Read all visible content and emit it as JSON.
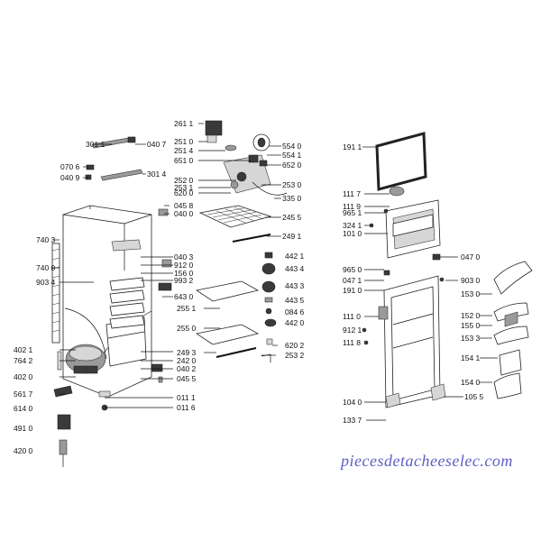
{
  "labels": [
    "261 1",
    "251 0",
    "251 4",
    "651 0",
    "252 0",
    "253 1",
    "620 0",
    "554 0",
    "554 1",
    "652 0",
    "253 0",
    "335 0",
    "301 1",
    "040 7",
    "070 6",
    "040 9",
    "301 4",
    "045 8",
    "040 0",
    "245 5",
    "249 1",
    "740 3",
    "740 0",
    "903 4",
    "040 3",
    "912 0",
    "156 0",
    "993 2",
    "643 0",
    "442 1",
    "443 4",
    "443 3",
    "443 5",
    "084 6",
    "442 0",
    "255 1",
    "255 0",
    "249 3",
    "620 2",
    "253 2",
    "242 0",
    "040 2",
    "045 5",
    "402 1",
    "764 2",
    "402 0",
    "561 7",
    "614 0",
    "491 0",
    "420 0",
    "011 1",
    "011 6",
    "191 1",
    "111 7",
    "111 9",
    "965 1",
    "324 1",
    "101 0",
    "965 0",
    "047 1",
    "191 0",
    "111 0",
    "912 1",
    "111 8",
    "047 0",
    "903 0",
    "153 0",
    "152 0",
    "155 0",
    "153 3",
    "154 1",
    "154 0",
    "104 0",
    "133 7",
    "105 5"
  ],
  "watermark": "piecesdetacheeselec.com"
}
